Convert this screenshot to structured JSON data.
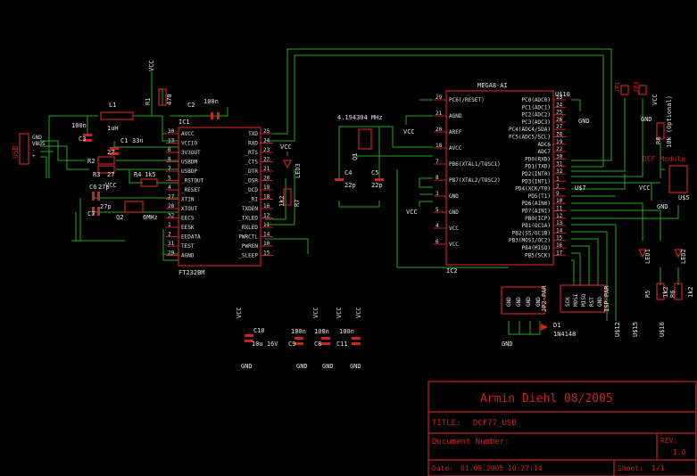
{
  "title_block": {
    "author": "Armin Diehl 08/2005",
    "title_label": "TITLE:",
    "title_value": "DCF77_USB",
    "doc_label": "Document Number:",
    "rev_label": "REV:",
    "rev_value": "1.0",
    "date_label": "Date:",
    "date_value": "01.09.2005 10:27:14",
    "sheet_label": "Sheet:",
    "sheet_value": "1/1"
  },
  "ic1": {
    "name": "IC1",
    "value": "FT232BM",
    "left_pins": [
      {
        "num": "30",
        "name": "AVCC"
      },
      {
        "num": "13",
        "name": "VCCIO"
      },
      {
        "num": "6",
        "name": "3V3OUT"
      },
      {
        "num": "8",
        "name": "USBDM"
      },
      {
        "num": "7",
        "name": "USBDP"
      },
      {
        "num": "5",
        "name": "_RSTOUT"
      },
      {
        "num": "4",
        "name": "_RESET"
      },
      {
        "num": "27",
        "name": "XTIN"
      },
      {
        "num": "28",
        "name": "XTOUT"
      },
      {
        "num": "32",
        "name": "EECS"
      },
      {
        "num": "1",
        "name": "EESK"
      },
      {
        "num": "2",
        "name": "EEDATA"
      },
      {
        "num": "31",
        "name": "TEST"
      },
      {
        "num": "29",
        "name": "AGND"
      }
    ],
    "right_pins": [
      {
        "num": "25",
        "name": "TXD"
      },
      {
        "num": "24",
        "name": "RXD"
      },
      {
        "num": "23",
        "name": "_RTS"
      },
      {
        "num": "22",
        "name": "_CTS"
      },
      {
        "num": "21",
        "name": "_DTR"
      },
      {
        "num": "20",
        "name": "_DSR"
      },
      {
        "num": "19",
        "name": "_DCD"
      },
      {
        "num": "18",
        "name": "_RI"
      },
      {
        "num": "16",
        "name": "TXDEN"
      },
      {
        "num": "12",
        "name": "_TXLED"
      },
      {
        "num": "11",
        "name": "_RXLED"
      },
      {
        "num": "14",
        "name": "PWRCTL"
      },
      {
        "num": "10",
        "name": "_PWREN"
      },
      {
        "num": "15",
        "name": "_SLEEP"
      }
    ]
  },
  "ic2": {
    "name": "IC2",
    "value": "MEGA8-AI",
    "left_pins": [
      {
        "num": "29",
        "name": "PC6(/RESET)"
      },
      {
        "num": "21",
        "name": "AGND"
      },
      {
        "num": "20",
        "name": "AREF"
      },
      {
        "num": "18",
        "name": "AVCC"
      },
      {
        "num": "7",
        "name": "PB6(XTAL1/TOSC1)"
      },
      {
        "num": "8",
        "name": "PB7(XTAL2/TOSC2)"
      },
      {
        "num": "3",
        "name": "GND"
      },
      {
        "num": "5",
        "name": "GND"
      },
      {
        "num": "4",
        "name": "VCC"
      },
      {
        "num": "6",
        "name": "VCC"
      }
    ],
    "right_pins": [
      {
        "num": "23",
        "name": "PC0(ADC0)"
      },
      {
        "num": "24",
        "name": "PC1(ADC1)"
      },
      {
        "num": "25",
        "name": "PC2(ADC2)"
      },
      {
        "num": "26",
        "name": "PC3(ADC3)"
      },
      {
        "num": "27",
        "name": "PC4(ADC4/SDA)"
      },
      {
        "num": "28",
        "name": "PC5(ADC5/SCL)"
      },
      {
        "num": "19",
        "name": "ADC6"
      },
      {
        "num": "22",
        "name": "ADC7"
      },
      {
        "num": "30",
        "name": "PD0(RXD)"
      },
      {
        "num": "31",
        "name": "PD1(TXD)"
      },
      {
        "num": "32",
        "name": "PD2(INT0)"
      },
      {
        "num": "1",
        "name": "PD3(INT1)"
      },
      {
        "num": "2",
        "name": "PD4(XCK/T0)"
      },
      {
        "num": "9",
        "name": "PD5(T1)"
      },
      {
        "num": "10",
        "name": "PD6(AIN0)"
      },
      {
        "num": "11",
        "name": "PD7(AIN1)"
      },
      {
        "num": "12",
        "name": "PB0(ICP)"
      },
      {
        "num": "13",
        "name": "PB1(OC1A)"
      },
      {
        "num": "14",
        "name": "PB2(SS/OC1B)"
      },
      {
        "num": "15",
        "name": "PB3(MOSI/OC2)"
      },
      {
        "num": "16",
        "name": "PB4(MISO)"
      },
      {
        "num": "17",
        "name": "PB5(SCK)"
      }
    ]
  },
  "components": {
    "l1": "L1",
    "l1_val": "1uH",
    "r1": "R1",
    "r1_val": "470",
    "c2": "C2",
    "c2_val": "100n",
    "c3": "C3",
    "c3_val": "100n",
    "c1": "C1",
    "c1_val": "33n",
    "r2": "R2",
    "r2_val": "27",
    "r3": "R3",
    "r3_val": "27",
    "r4": "R4",
    "r4_val": "1k5",
    "c6": "C6",
    "c6_val": "27p",
    "c7": "C7",
    "c7_val": "27p",
    "q2": "Q2",
    "q2_val": "6MHz",
    "led3": "LED3",
    "r7": "R7",
    "r7_val": "1k2",
    "q1": "Q1",
    "q1_freq": "4.194304 MHz",
    "c4": "C4",
    "c4_val": "22p",
    "c5": "C5",
    "c5_val": "22p",
    "u10": "U$10",
    "u7": "U$7",
    "jp1": "JP1",
    "jp3": "JP3",
    "r8": "R8",
    "r8_val": "10k (Optional)",
    "dcf": "DCF Module",
    "u5": "U$5",
    "led1": "LED1",
    "led2": "LED2",
    "r5": "R5",
    "r5_val": "1k2",
    "r6": "R6",
    "r6_val": "1k2",
    "jp2": "JP2-PAR",
    "jp2_pins": [
      "GND",
      "GND",
      "GND",
      "GND"
    ],
    "prog": "ISP-PAR",
    "prog_pins": [
      "SCK",
      "MOSI",
      "MISO",
      "RST",
      "GND"
    ],
    "d1": "D1",
    "d1_val": "1N4148",
    "u12": "U$12",
    "u15": "U$15",
    "u16": "U$16",
    "usb": "USB",
    "usb_pins": [
      "GND",
      "VBUS",
      "-",
      "+"
    ],
    "c10": "C10",
    "c10_val": "10u 16V",
    "c9": "C9",
    "c9_val": "100n",
    "c8": "C8",
    "c8_val": "100n",
    "c11": "C11",
    "c11_val": "100n"
  },
  "supply": {
    "vcc": "VCC",
    "gnd": "GND"
  }
}
